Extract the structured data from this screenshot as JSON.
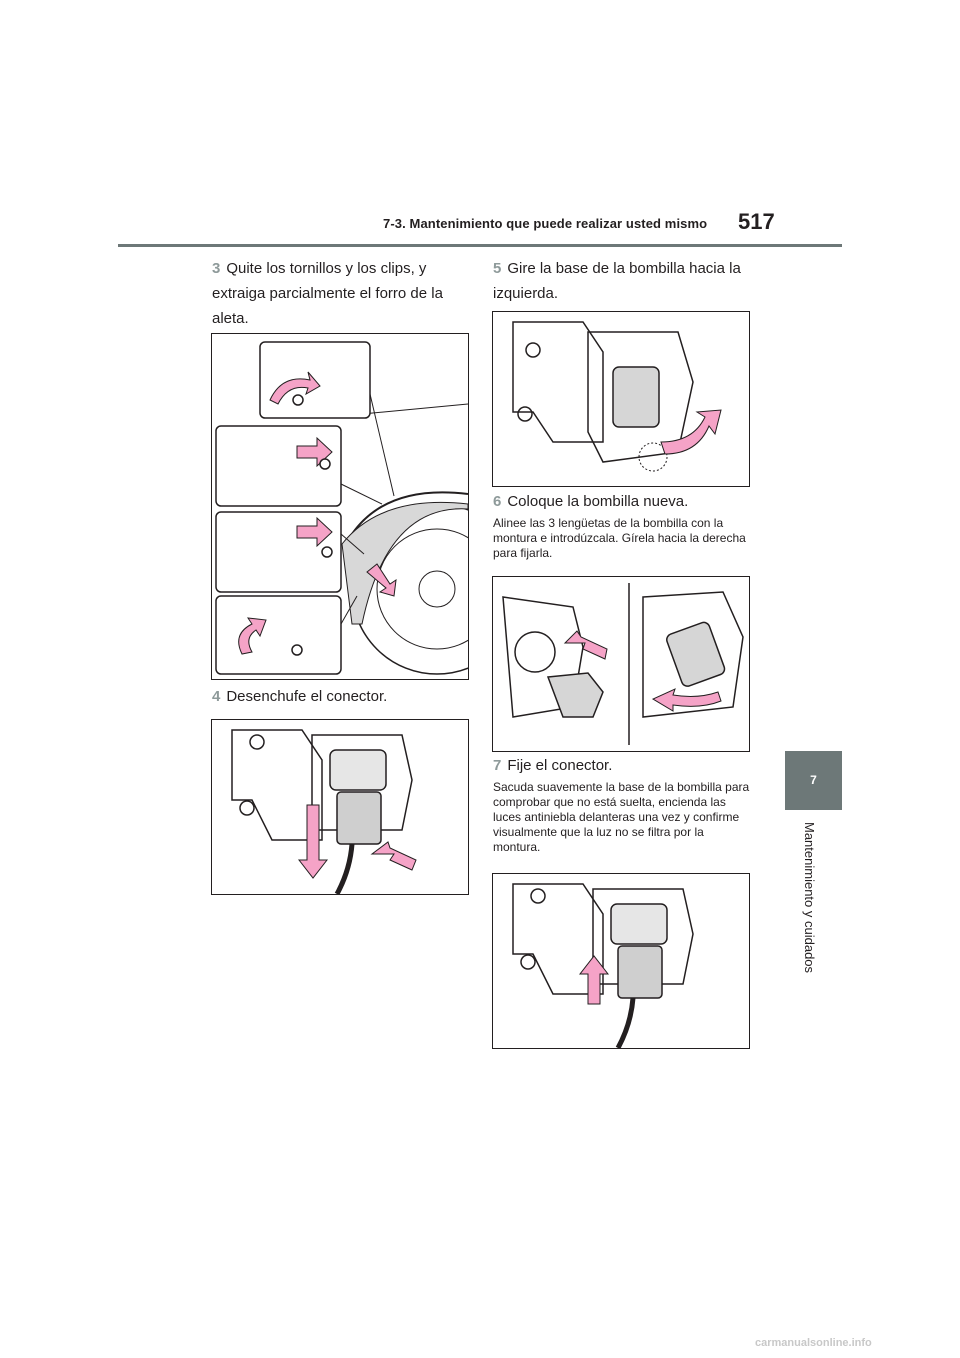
{
  "header": {
    "section_title": "7-3. Mantenimiento que puede realizar usted mismo",
    "page_number": "517"
  },
  "side_tab": {
    "chapter_number": "7",
    "chapter_title": "Mantenimiento y cuidados"
  },
  "steps": [
    {
      "number": "3",
      "text": "Quite los tornillos y los clips, y extraiga parcialmente el forro de la aleta."
    },
    {
      "number": "4",
      "text": "Desenchufe el conector."
    },
    {
      "number": "5",
      "text": "Gire la base de la bombilla hacia la izquierda."
    },
    {
      "number": "6",
      "text": "Coloque la bombilla nueva."
    },
    {
      "number": "7",
      "text": "Fije el conector."
    }
  ],
  "notes": {
    "step6": "Alinee las 3 lengüetas de la bombilla con la montura e introdúzcala. Gírela hacia la derecha para fijarla.",
    "step7": "Sacuda suavemente la base de la bombilla para comprobar que no está suelta, encienda las luces antiniebla delanteras una vez y confirme visualmente que la luz no se filtra por la montura."
  },
  "footer": {
    "watermark": "carmanualsonline.info"
  },
  "colors": {
    "accent_gray": "#6d7878",
    "step_number": "#8e9a9a",
    "arrow_pink": "#f5a3c7"
  }
}
